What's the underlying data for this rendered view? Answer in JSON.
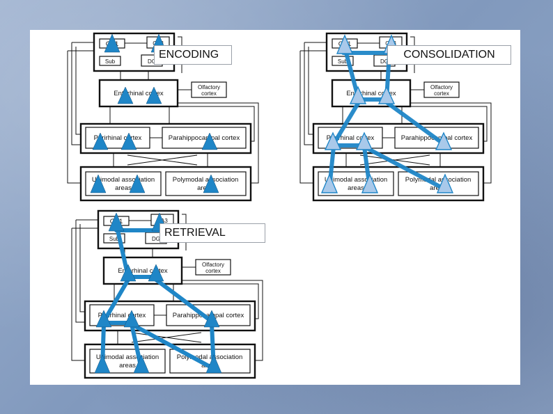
{
  "diagrams": [
    {
      "id": "encoding",
      "title": "ENCODING",
      "labels": {
        "ca1": "CA1",
        "ca3": "CA3",
        "sub": "Sub",
        "dg": "DG",
        "entorhinal": "Entorhinal cortex",
        "olfactory_1": "Olfactory",
        "olfactory_2": "cortex",
        "perirhinal": "Perirhinal cortex",
        "parahippocampal": "Parahippocampal cortex",
        "unimodal_1": "Unimodal association",
        "unimodal_2": "areas",
        "polymodal_1": "Polymodal association",
        "polymodal_2": "areas"
      }
    },
    {
      "id": "consolidation",
      "title": "CONSOLIDATION",
      "labels": {
        "ca1": "CA1",
        "ca3": "CA3",
        "sub": "Sub",
        "dg": "DG",
        "entorhinal": "Entorhinal cortex",
        "olfactory_1": "Olfactory",
        "olfactory_2": "cortex",
        "perirhinal": "Perirhinal cortex",
        "parahippocampal": "Parahippocampal cortex",
        "unimodal_1": "Unimodal association",
        "unimodal_2": "areas",
        "polymodal_1": "Polymodal association",
        "polymodal_2": "areas"
      }
    },
    {
      "id": "retrieval",
      "title": "RETRIEVAL",
      "labels": {
        "ca1": "CA1",
        "ca3": "CA3",
        "sub": "Sub",
        "dg": "DG",
        "entorhinal": "Entorhinal cortex",
        "olfactory_1": "Olfactory",
        "olfactory_2": "cortex",
        "perirhinal": "Perirhinal cortex",
        "parahippocampal": "Parahippocampal cortex",
        "unimodal_1": "Unimodal association",
        "unimodal_2": "areas",
        "polymodal_1": "Polymodal association",
        "polymodal_2": "areas"
      }
    }
  ],
  "colors": {
    "triangle_active": "#1f86c7",
    "triangle_light": "#a9c9ea",
    "connection": "#1f86c7",
    "background": "#8ea4c4"
  }
}
